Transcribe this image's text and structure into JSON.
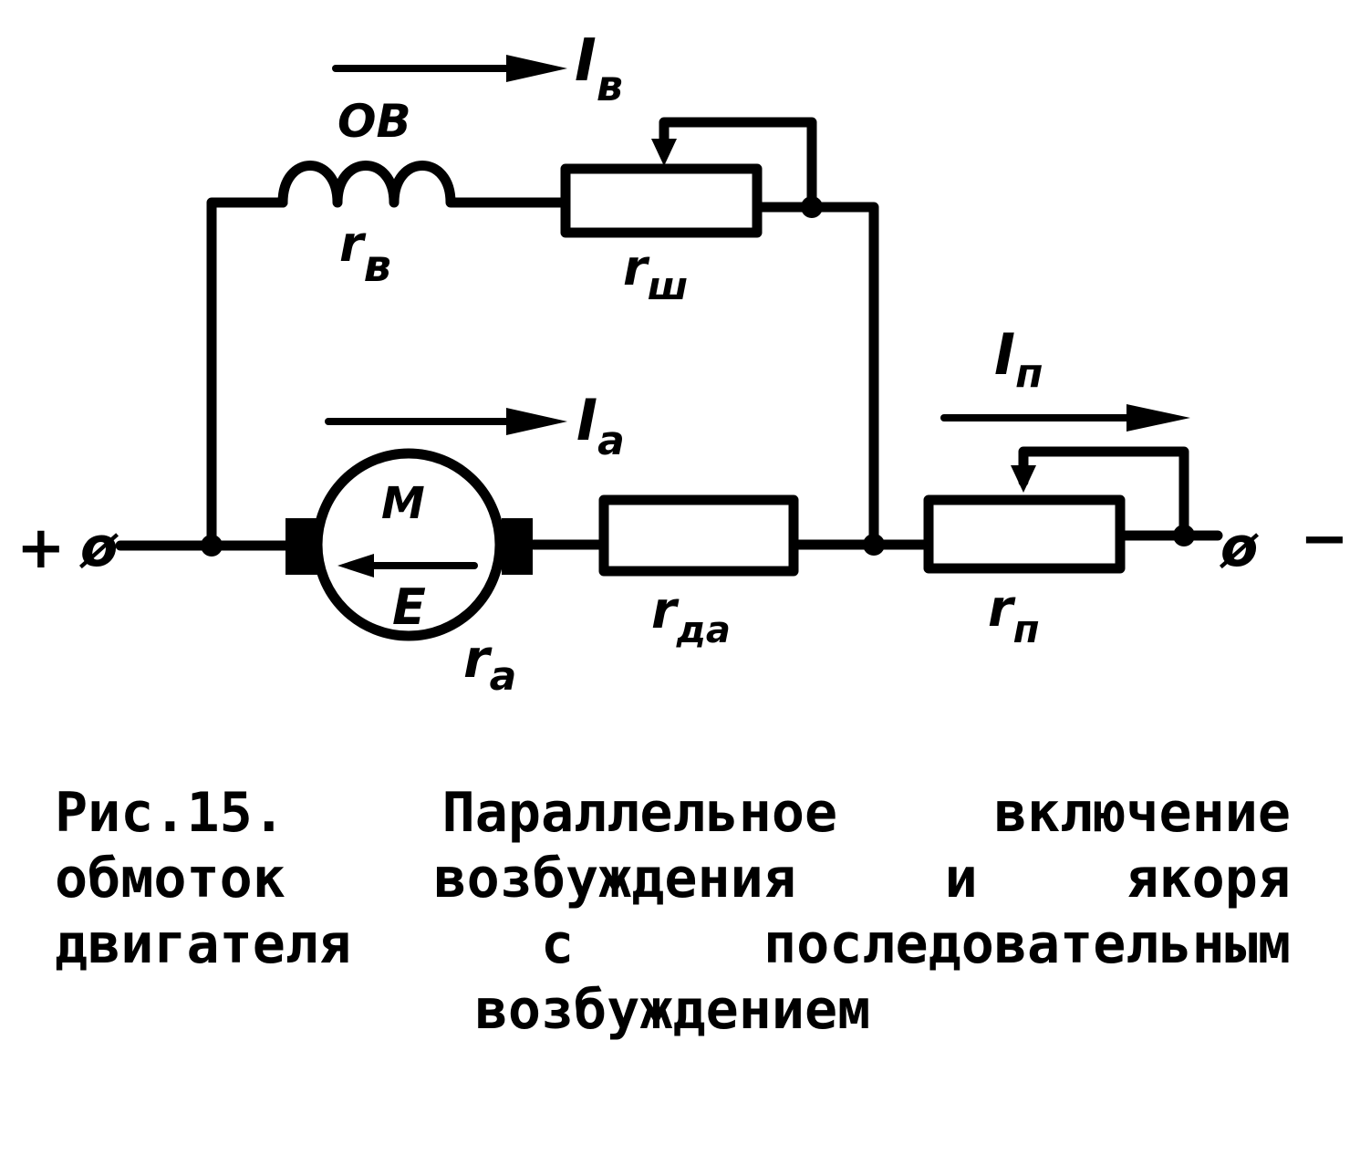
{
  "labels": {
    "terminal_plus": "+",
    "terminal_minus": "−",
    "terminal_plus_symbol": "ø",
    "terminal_minus_symbol": "ø",
    "field_winding": "ОВ",
    "field_current": "I",
    "field_current_sub": "в",
    "field_resistance": "r",
    "field_resistance_sub": "в",
    "shunt_rheostat": "r",
    "shunt_rheostat_sub": "ш",
    "motor": "M",
    "emf": "E",
    "armature_current": "I",
    "armature_current_sub": "a",
    "armature_resistance": "r",
    "armature_resistance_sub": "a",
    "add_resistor": "r",
    "add_resistor_sub": "да",
    "series_current": "I",
    "series_current_sub": "п",
    "series_rheostat": "r",
    "series_rheostat_sub": "п"
  },
  "caption": {
    "line1": [
      "Рис.15.",
      "Параллельное",
      "включение"
    ],
    "line2": [
      "обмоток",
      "возбуждения",
      "и",
      "якоря"
    ],
    "line3": [
      "двигателя",
      "с",
      "последовательным"
    ],
    "line4": "возбуждением"
  }
}
